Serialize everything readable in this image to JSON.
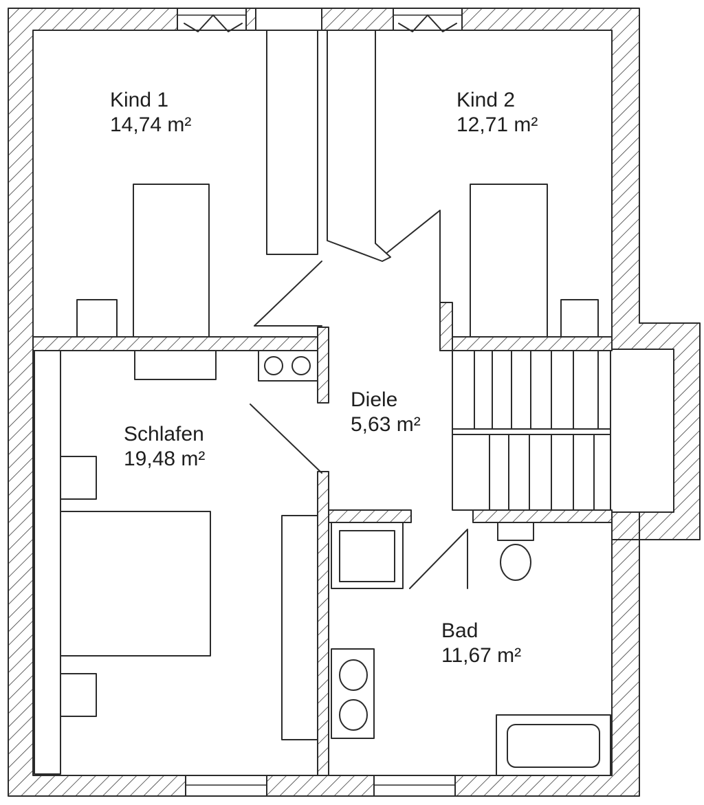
{
  "rooms": [
    {
      "name": "Kind 1",
      "area": "14,74 m²"
    },
    {
      "name": "Kind 2",
      "area": "12,71 m²"
    },
    {
      "name": "Schlafen",
      "area": "19,48 m²"
    },
    {
      "name": "Diele",
      "area": "5,63 m²"
    },
    {
      "name": "Bad",
      "area": "11,67 m²"
    }
  ],
  "colors": {
    "ink": "#2b2b2b",
    "paper": "#ffffff"
  }
}
